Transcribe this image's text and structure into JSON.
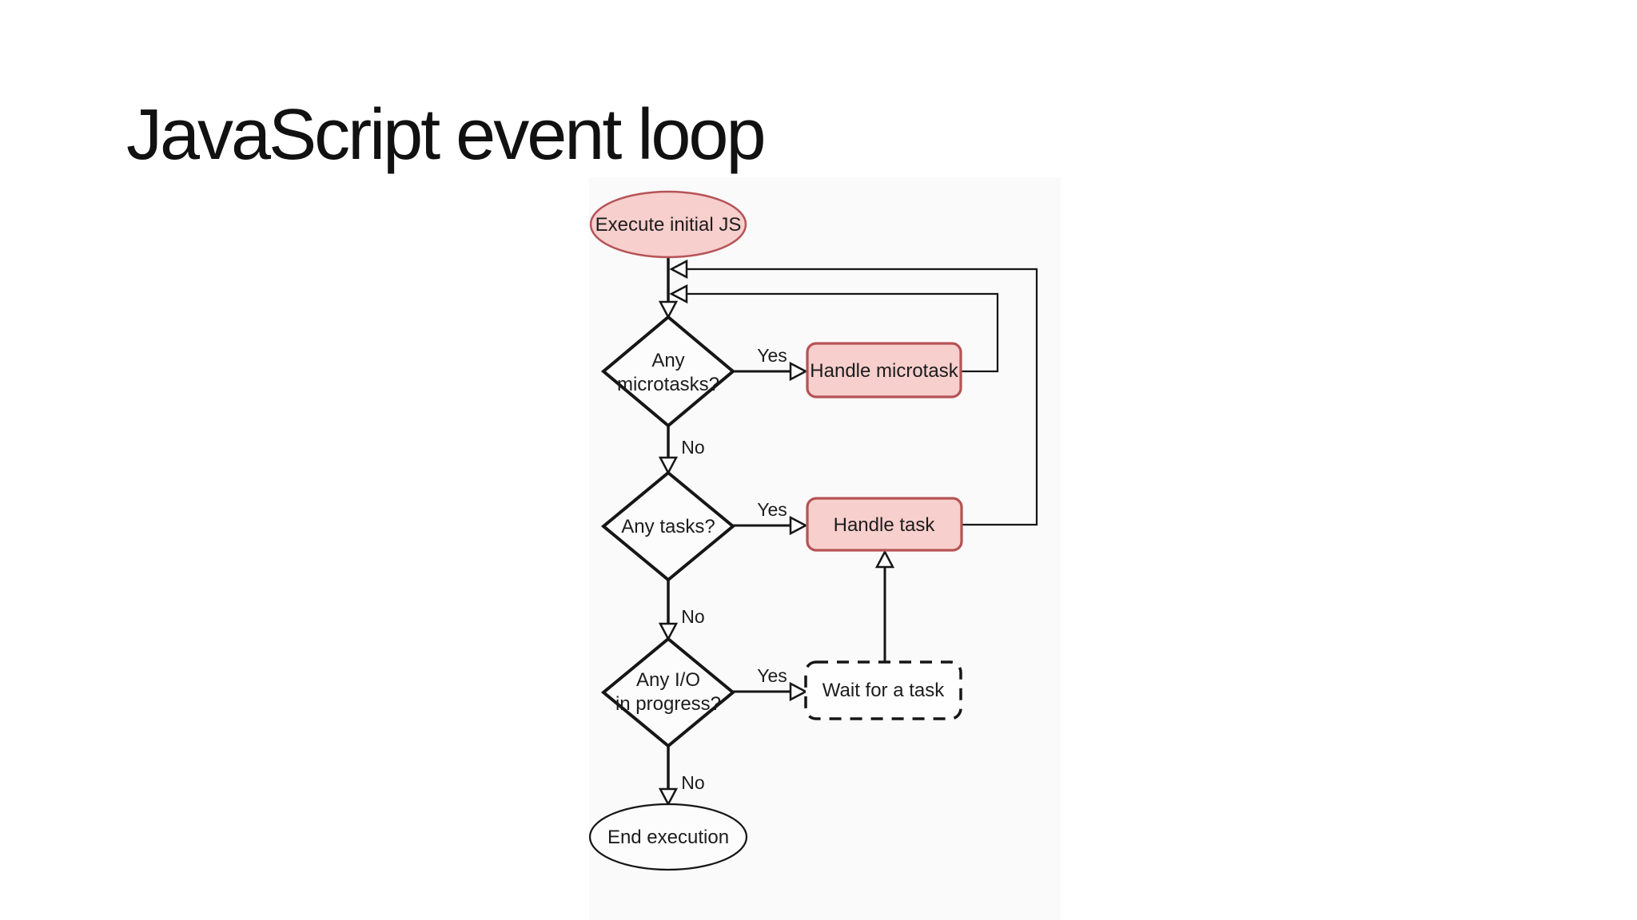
{
  "slide": {
    "title": "JavaScript event loop",
    "background": "#ffffff",
    "canvas_background": "#fbfafa"
  },
  "colors": {
    "node_fill": "#f7cfcd",
    "node_stroke": "#b65356",
    "line": "#161616",
    "text": "#1c1c1c"
  },
  "flowchart": {
    "nodes": {
      "start": {
        "type": "terminator",
        "label": "Execute initial JS"
      },
      "microtasks": {
        "type": "decision",
        "line1": "Any",
        "line2": "microtasks?"
      },
      "handle_microtask": {
        "type": "process",
        "label": "Handle microtask"
      },
      "tasks": {
        "type": "decision",
        "label": "Any tasks?"
      },
      "handle_task": {
        "type": "process",
        "label": "Handle task"
      },
      "io": {
        "type": "decision",
        "line1": "Any I/O",
        "line2": "in progress?"
      },
      "wait": {
        "type": "process-dashed",
        "label": "Wait for a task"
      },
      "end": {
        "type": "terminator",
        "label": "End execution"
      }
    },
    "edge_labels": {
      "microtasks_yes": "Yes",
      "microtasks_no": "No",
      "tasks_yes": "Yes",
      "tasks_no": "No",
      "io_yes": "Yes",
      "io_no": "No"
    }
  }
}
